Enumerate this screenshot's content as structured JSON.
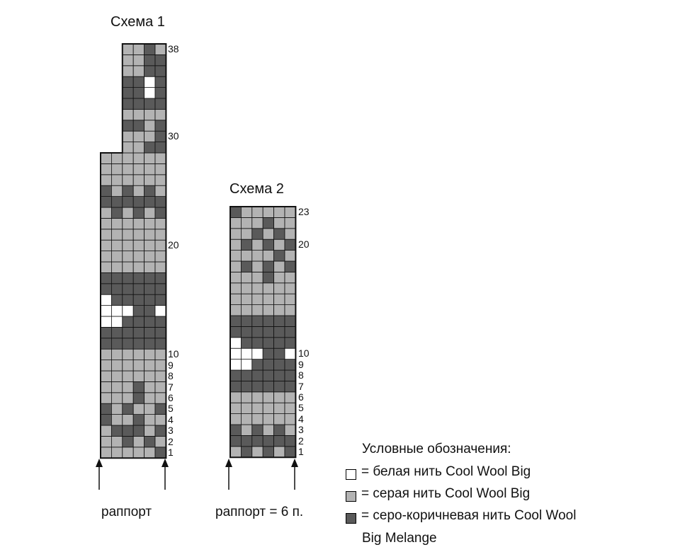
{
  "colors": {
    "white": "#ffffff",
    "gray": "#b3b3b3",
    "dark": "#5a5a5a",
    "line": "#111111"
  },
  "scheme1": {
    "title": "Схема 1",
    "row_labels": [
      "1",
      "2",
      "3",
      "4",
      "5",
      "6",
      "7",
      "8",
      "9",
      "10",
      "20",
      "30",
      "38"
    ],
    "rows": [
      "gggggd",
      "ggdgdg",
      "gdddgd",
      "dggdgg",
      "dgdggd",
      "gggdgg",
      "gggdgg",
      "gggggg",
      "gggggg",
      "gggggg",
      "dddddd",
      "dddddd",
      "wwdddd",
      "wwwddw",
      "wddddd",
      "dddddd",
      "dddddd",
      "gggggg",
      "gggggg",
      "gggggg",
      "gggggg",
      "gggggg",
      "gdgdgd",
      "dddddd",
      "dgdgdg",
      "gggggg",
      "gggggg",
      "gggggg",
      "ggdd",
      "gggd",
      "ddgd",
      "gggg",
      "dddd",
      "ddwd",
      "ddwd",
      "ggdd",
      "ggdd",
      "ggdg"
    ],
    "rapport_label": "раппорт"
  },
  "scheme2": {
    "title": "Схема 2",
    "row_labels": [
      "1",
      "2",
      "3",
      "4",
      "5",
      "6",
      "7",
      "8",
      "9",
      "10",
      "20",
      "23"
    ],
    "rows": [
      "gdgdgd",
      "dddddd",
      "dgdgdg",
      "gggggg",
      "gggggg",
      "gggggg",
      "dddddd",
      "dddddd",
      "wwdddd",
      "wwwddw",
      "wddddd",
      "dddddd",
      "dddddd",
      "gggggg",
      "gggggg",
      "gggggg",
      "gggdgg",
      "gdgdgd",
      "ggggdg",
      "gdgdgd",
      "ggdgdg",
      "gggdgg",
      "dggggg"
    ],
    "rapport_label": "раппорт = 6 п."
  },
  "legend": {
    "title": "Условные обозначения:",
    "items": [
      {
        "key": "white",
        "label": "= белая нить Cool Wool Big"
      },
      {
        "key": "gray",
        "label": "= серая нить Cool Wool Big"
      },
      {
        "key": "dark",
        "label": "= серо-коричневая нить Cool Wool",
        "continuation": "Big Melange"
      }
    ]
  }
}
